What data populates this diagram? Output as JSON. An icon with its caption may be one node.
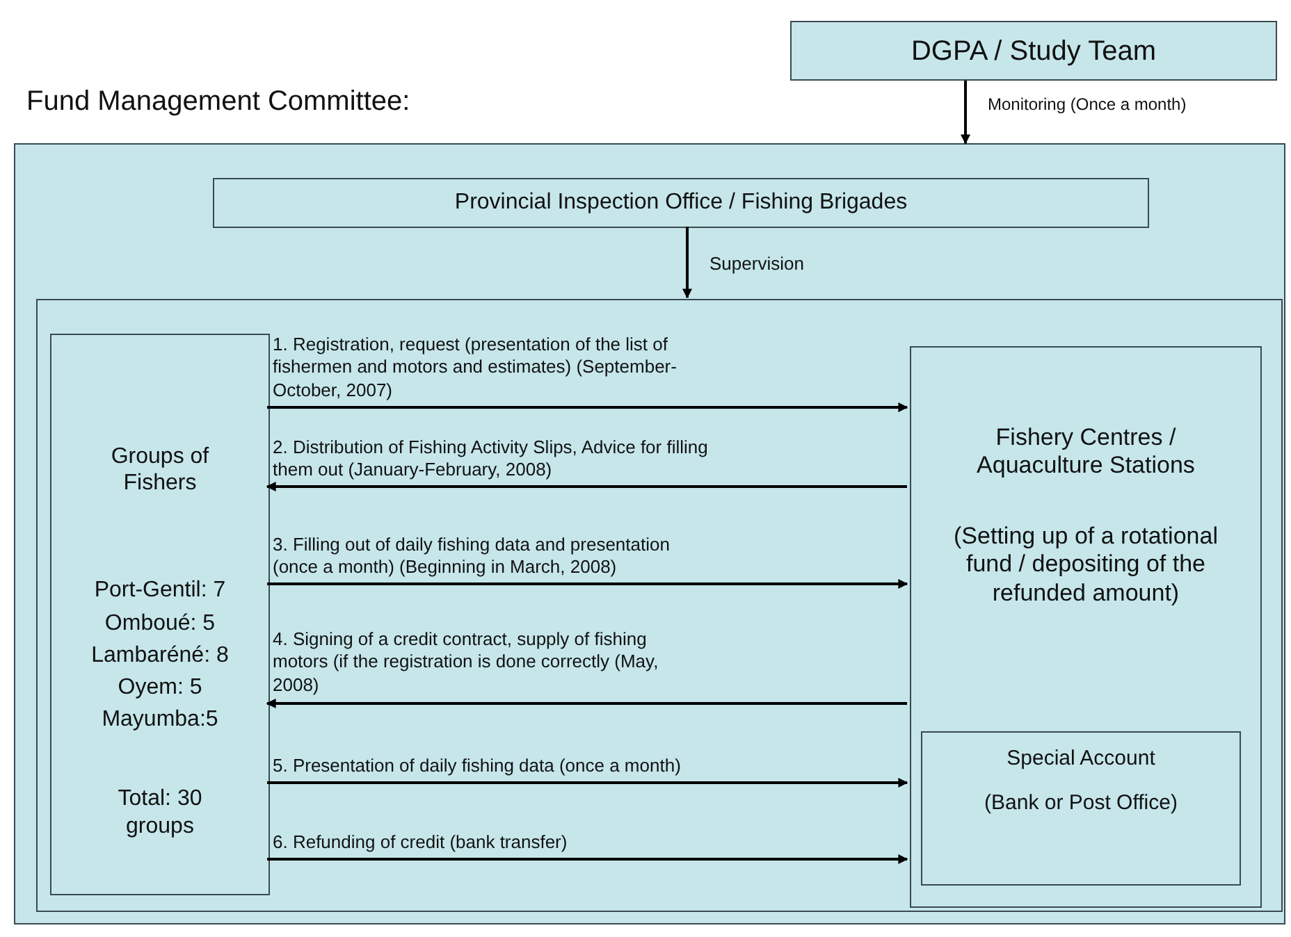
{
  "diagram": {
    "nodes": [
      {
        "text": [
          "DGPA / Study Team"
        ]
      },
      {
        "text": [
          "Fund Management Committee:"
        ]
      },
      {
        "text": [
          "Provincial Inspection Office / Fishing Brigades"
        ],
        "in": 1
      },
      {
        "text": [],
        "shape": "box",
        "in": 1
      },
      {
        "text": [
          "Groups of Fishers",
          "Port-Gentil: 7",
          "Omboué: 5",
          "Lambaréné: 8",
          "Oyem: 5",
          "Mayumba:5",
          "Total: 30 groups"
        ],
        "in": 3
      },
      {
        "text": [
          "Fishery Centres / Aquaculture Stations",
          "(Setting up of a rotational fund / depositing of the refunded amount)"
        ],
        "in": 3
      },
      {
        "text": [
          "Special Account",
          "(Bank or Post Office)"
        ],
        "in": 5
      }
    ],
    "edges": [
      {
        "from": 0,
        "to": 1,
        "arrow": "to",
        "label": "Monitoring (Once a month)"
      },
      {
        "from": 2,
        "to": 3,
        "arrow": "to",
        "label": "Supervision"
      },
      {
        "from": 4,
        "to": 5,
        "arrow": "to",
        "label": "1. Registration, request (presentation of the list of fishermen and motors and estimates) (September-October, 2007)"
      },
      {
        "from": 5,
        "to": 4,
        "arrow": "to",
        "label": "2. Distribution of Fishing Activity Slips, Advice for filling them out (January-February, 2008)"
      },
      {
        "from": 4,
        "to": 5,
        "arrow": "to",
        "label": "3. Filling out of daily fishing data and presentation (once a month) (Beginning in March, 2008)"
      },
      {
        "from": 5,
        "to": 4,
        "arrow": "to",
        "label": "4. Signing of a credit contract, supply of fishing motors (if the registration is done correctly (May, 2008)"
      },
      {
        "from": 4,
        "to": 5,
        "arrow": "to",
        "label": "5. Presentation of daily fishing data (once a month)"
      },
      {
        "from": 4,
        "to": 5,
        "arrow": "to",
        "label": "6. Refunding of credit (bank transfer)"
      }
    ]
  }
}
